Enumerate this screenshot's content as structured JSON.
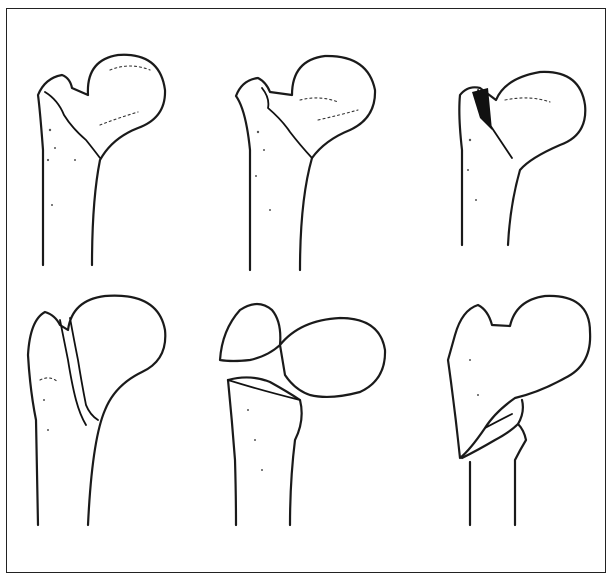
{
  "figure": {
    "panels": [
      {
        "id": "panel-1",
        "icon": "femur-fracture-1-icon"
      },
      {
        "id": "panel-2",
        "icon": "femur-fracture-2-icon"
      },
      {
        "id": "panel-3",
        "icon": "femur-fracture-3-icon"
      },
      {
        "id": "panel-4",
        "icon": "femur-fracture-4-icon"
      },
      {
        "id": "panel-5",
        "icon": "femur-fracture-5-icon"
      },
      {
        "id": "panel-6",
        "icon": "femur-fracture-6-icon"
      }
    ],
    "colors": {
      "line": "#1a1a1a",
      "background": "#ffffff",
      "border": "#222222"
    }
  }
}
